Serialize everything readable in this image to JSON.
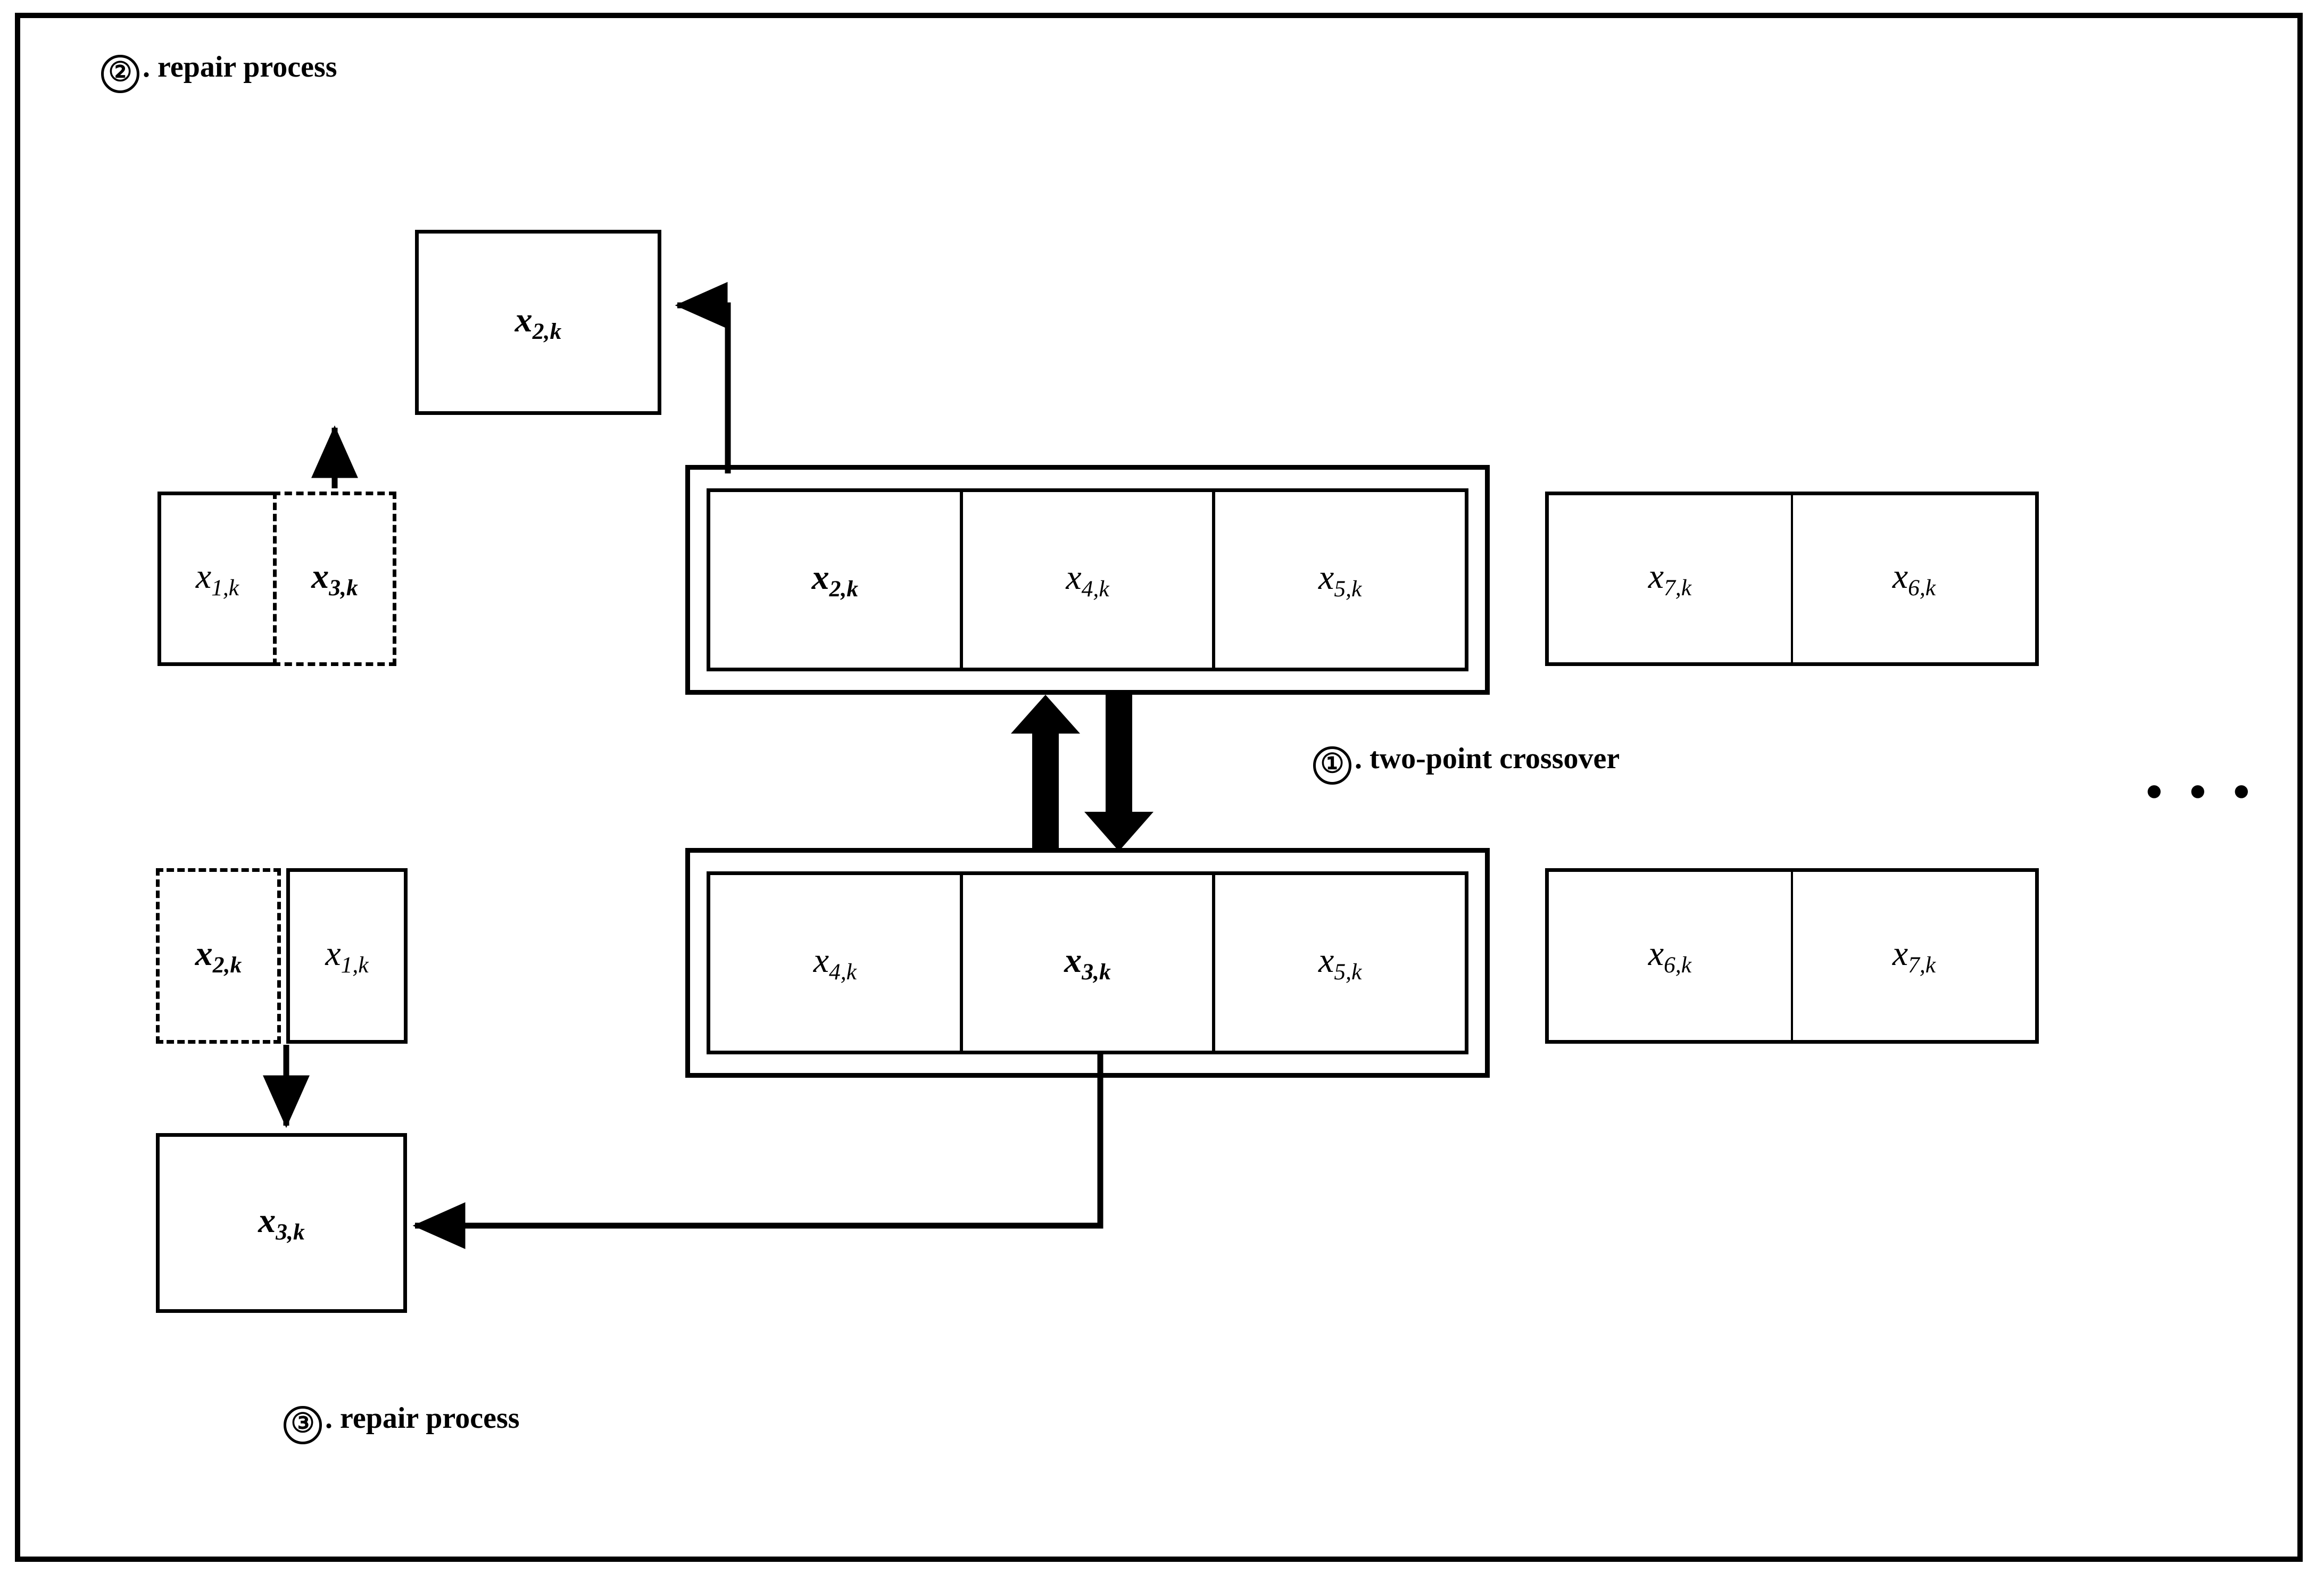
{
  "figure": {
    "background": "#ffffff",
    "stroke": "#000000",
    "ellipsis": "• • •"
  },
  "labels": {
    "step1": {
      "number": "①",
      "text": ". two-point crossover"
    },
    "step2": {
      "number": "②",
      "text": ". repair  process"
    },
    "step3": {
      "number": "③",
      "text": ". repair  process"
    }
  },
  "repair_boxes": {
    "top": {
      "base": "x",
      "subscript": "2,k",
      "bold": true
    },
    "bottom": {
      "base": "x",
      "subscript": "3,k",
      "bold": true
    }
  },
  "parent1": {
    "left": [
      {
        "base": "x",
        "subscript": "1,k",
        "bold": false,
        "dashed": false
      },
      {
        "base": "x",
        "subscript": "3,k",
        "bold": true,
        "dashed": true
      }
    ],
    "middle": [
      {
        "base": "x",
        "subscript": "2,k",
        "bold": true
      },
      {
        "base": "x",
        "subscript": "4,k",
        "bold": false
      },
      {
        "base": "x",
        "subscript": "5,k",
        "bold": false
      }
    ],
    "right": [
      {
        "base": "x",
        "subscript": "7,k",
        "bold": false,
        "dashed": false
      },
      {
        "base": "x",
        "subscript": "6,k",
        "bold": false,
        "dashed": false
      }
    ]
  },
  "parent2": {
    "left": [
      {
        "base": "x",
        "subscript": "2,k",
        "bold": true,
        "dashed": true
      },
      {
        "base": "x",
        "subscript": "1,k",
        "bold": false,
        "dashed": false
      }
    ],
    "middle": [
      {
        "base": "x",
        "subscript": "4,k",
        "bold": false
      },
      {
        "base": "x",
        "subscript": "3,k",
        "bold": true
      },
      {
        "base": "x",
        "subscript": "5,k",
        "bold": false
      }
    ],
    "right": [
      {
        "base": "x",
        "subscript": "6,k",
        "bold": false,
        "dashed": false
      },
      {
        "base": "x",
        "subscript": "7,k",
        "bold": false,
        "dashed": false
      }
    ]
  }
}
